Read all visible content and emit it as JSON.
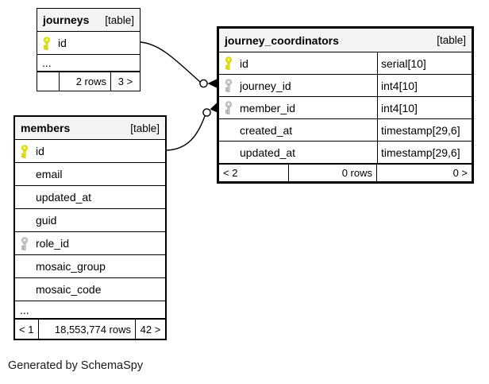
{
  "diagram": {
    "caption": "Generated by SchemaSpy"
  },
  "colors": {
    "canvas_bg": "#ffffff",
    "table_bg": "#ffffff",
    "header_bg": "#f4f4f4",
    "border": "#000000",
    "primary_key_fill": "#e8e800",
    "primary_key_stroke": "#c8c800",
    "foreign_key_fill": "#cccccc",
    "foreign_key_stroke": "#a0a0a0"
  },
  "tables": {
    "journeys": {
      "name": "journeys",
      "tag": "[table]",
      "columns": [
        {
          "name": "id",
          "key": "primary"
        },
        {
          "name": "...",
          "key": "none"
        }
      ],
      "footer": {
        "page_prev": "",
        "rows": "2 rows",
        "page_next": "3 >"
      }
    },
    "journey_coordinators": {
      "name": "journey_coordinators",
      "tag": "[table]",
      "columns": [
        {
          "name": "id",
          "type": "serial[10]",
          "key": "primary"
        },
        {
          "name": "journey_id",
          "type": "int4[10]",
          "key": "foreign"
        },
        {
          "name": "member_id",
          "type": "int4[10]",
          "key": "foreign"
        },
        {
          "name": "created_at",
          "type": "timestamp[29,6]",
          "key": "none"
        },
        {
          "name": "updated_at",
          "type": "timestamp[29,6]",
          "key": "none"
        }
      ],
      "footer": {
        "page_prev": "< 2",
        "rows": "0 rows",
        "page_next": "0 >"
      }
    },
    "members": {
      "name": "members",
      "tag": "[table]",
      "columns": [
        {
          "name": "id",
          "key": "primary"
        },
        {
          "name": "email",
          "key": "none"
        },
        {
          "name": "updated_at",
          "key": "none"
        },
        {
          "name": "guid",
          "key": "none"
        },
        {
          "name": "role_id",
          "key": "foreign"
        },
        {
          "name": "mosaic_group",
          "key": "none"
        },
        {
          "name": "mosaic_code",
          "key": "none"
        },
        {
          "name": "...",
          "key": "none"
        }
      ],
      "footer": {
        "page_prev": "< 1",
        "rows": "18,553,774 rows",
        "page_next": "42 >"
      }
    }
  },
  "relationships": [
    {
      "from": "journeys.id",
      "to": "journey_coordinators.journey_id"
    },
    {
      "from": "members.id",
      "to": "journey_coordinators.member_id"
    }
  ]
}
